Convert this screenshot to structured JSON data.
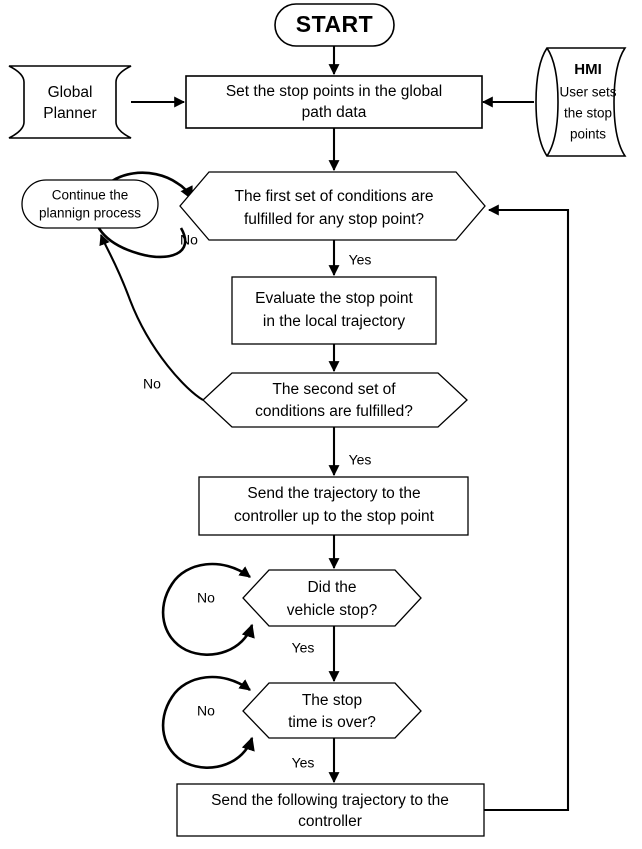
{
  "diagram": {
    "title": "Stop point planning flowchart",
    "colors": {
      "stroke": "#000000",
      "fill": "#ffffff",
      "text": "#000000"
    },
    "nodes": {
      "start": {
        "label": "START",
        "shape": "stadium"
      },
      "global_planner": {
        "line1": "Global",
        "line2": "Planner",
        "shape": "tape"
      },
      "hmi": {
        "title": "HMI",
        "line1": "User sets",
        "line2": "the stop",
        "line3": "points",
        "shape": "cylinder"
      },
      "set_stop_points": {
        "line1": "Set the stop points in the global",
        "line2": "path data",
        "shape": "process"
      },
      "continue_planning": {
        "line1": "Continue the",
        "line2": "plannign process",
        "shape": "stadium"
      },
      "first_conditions": {
        "line1": "The first set of conditions are",
        "line2": "fulfilled for any stop point?",
        "shape": "decision"
      },
      "evaluate_stop_point": {
        "line1": "Evaluate the stop point",
        "line2": "in the local trajectory",
        "shape": "process"
      },
      "second_conditions": {
        "line1": "The second set of",
        "line2": "conditions are fulfilled?",
        "shape": "decision"
      },
      "send_trajectory": {
        "line1": "Send the trajectory to the",
        "line2": "controller up to the stop point",
        "shape": "process"
      },
      "vehicle_stopped": {
        "line1": "Did the",
        "line2": "vehicle stop?",
        "shape": "decision"
      },
      "stop_time_over": {
        "line1": "The stop",
        "line2": "time is over?",
        "shape": "decision"
      },
      "send_following": {
        "line1": "Send the following trajectory to the",
        "line2": "controller",
        "shape": "process"
      }
    },
    "edge_labels": {
      "first_no": "No",
      "first_yes": "Yes",
      "second_no": "No",
      "second_yes": "Yes",
      "vehicle_no": "No",
      "vehicle_yes": "Yes",
      "time_no": "No",
      "time_yes": "Yes"
    }
  }
}
